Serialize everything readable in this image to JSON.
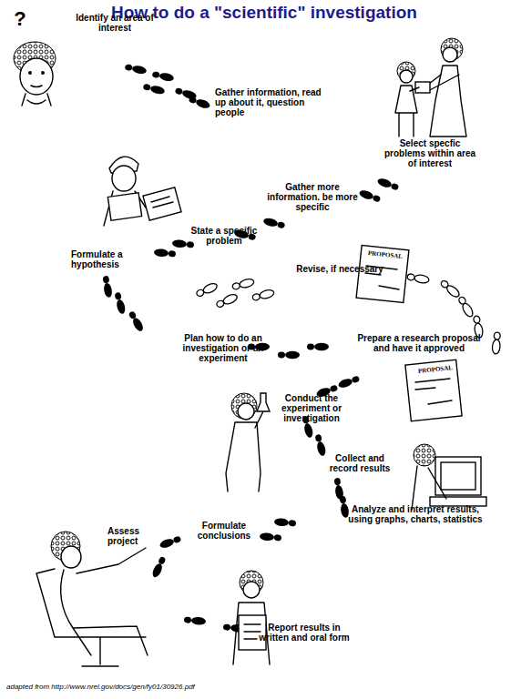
{
  "diagram": {
    "title": "How to do a \"scientific\" investigation",
    "caption": "adapted from http://www.nrel.gov/docs/gen/fy01/30926.pdf",
    "labels": [
      "?",
      "Identify an area of interest",
      "Gather information, read up about it, question people",
      "Select specfic problems within area of interest",
      "Gather more information. be more specific",
      "State a specific problem",
      "Formulate a hypothesis",
      "Revise, if necessary",
      "PROPOSAL",
      "Plan how to do an investigation or an experiment",
      "Prepare a research proposal and have it approved",
      "PROPOSAL",
      "Conduct the experiment or investigation",
      "Collect and record results",
      "Analyze and interpret results, using graphs, charts, statistics",
      "Assess project",
      "Formulate conclusions",
      "Report results in written and oral form"
    ]
  }
}
